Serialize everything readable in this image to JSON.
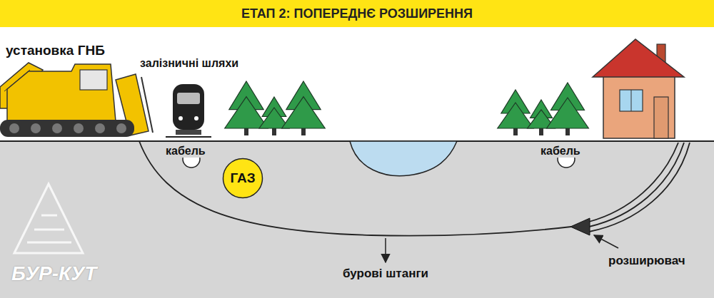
{
  "diagram": {
    "title": "ЕТАП 2: ПОПЕРЕДНЄ РОЗШИРЕННЯ",
    "nodes": [
      {
        "text": [
          "кабель"
        ]
      },
      {
        "text": [
          "ГАЗ"
        ]
      },
      {
        "text": [
          "кабель"
        ]
      }
    ],
    "labels": [
      "установка ГНБ",
      "залізничні шляхи",
      "бурові штанги",
      "розширювач",
      "БУР-КУТ"
    ]
  }
}
